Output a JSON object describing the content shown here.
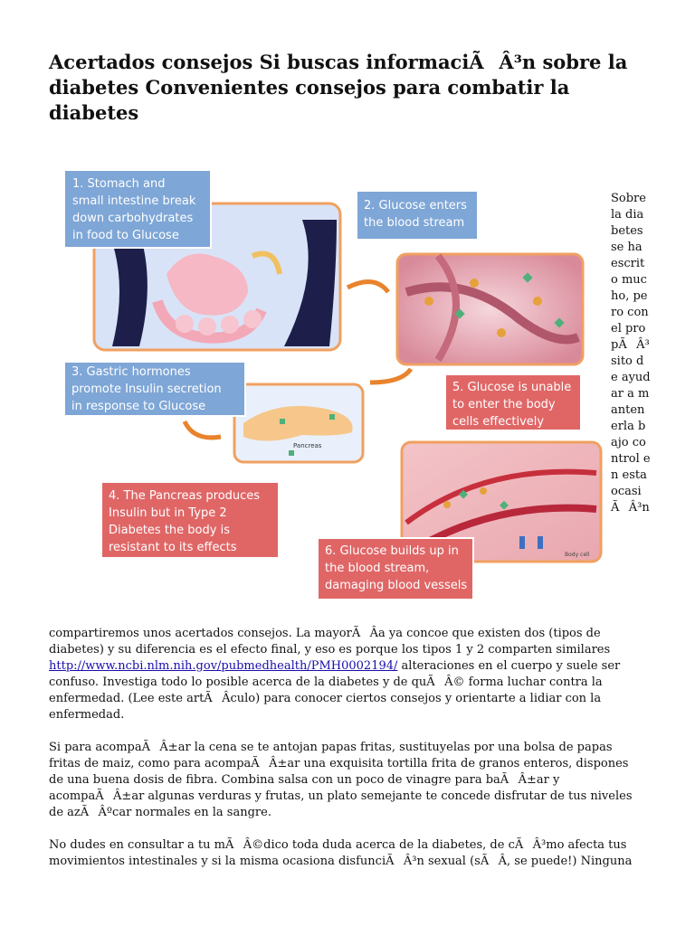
{
  "title": "Acertados consejos Si buscas informaciÃÂ³n sobre la diabetes Convenientes consejos para combatir la diabetes",
  "figure": {
    "labels": {
      "step1": [
        "1. Stomach and",
        "small  intestine break",
        "down carbohydrates",
        "in food to Glucose"
      ],
      "step2": [
        "2. Glucose enters",
        "the blood stream"
      ],
      "step3": [
        "3. Gastric hormones",
        "promote Insulin secretion",
        "in response to Glucose"
      ],
      "step4": [
        "4. The Pancreas produces",
        "Insulin but  in Type 2",
        "Diabetes  the body is",
        "resistant to its effects"
      ],
      "step5": [
        "5. Glucose is unable",
        "to enter the body",
        "cells effectively"
      ],
      "step6": [
        "6. Glucose  builds up in",
        "the blood stream,",
        "damaging blood vessels"
      ],
      "pancreas": "Pancreas",
      "body_cell": "Body cell"
    },
    "colors": {
      "blue_label": "#7ea6d6",
      "red_label": "#e06666",
      "orange_border": "#f0a060"
    }
  },
  "side_text": "Sobre la diabetes se ha escrito mucho, pero con el propÃÂ³sito de ayudar a mantenerla bajo control en esta ocasiÃÂ³n",
  "body": {
    "p1_before": "compartiremos unos acertados consejos. La mayorÃÂ­a ya concoe que existen dos (tipos de diabetes) y su diferencia es el efecto final, y eso es porque los tipos 1 y 2 comparten similares ",
    "p1_link": "http://www.ncbi.nlm.nih.gov/pubmedhealth/PMH0002194/",
    "p1_after": " alteraciones en el cuerpo y suele ser confuso. Investiga todo lo posible acerca de la diabetes y de quÃÂ© forma luchar contra la enfermedad. (Lee este artÃÂ­culo) para conocer ciertos consejos y orientarte a lidiar con la enfermedad.",
    "p2": "Si para acompaÃÂ±ar la cena se te antojan papas fritas, sustituyelas por una bolsa de papas fritas de maiz, como para acompaÃÂ±ar una exquisita tortilla frita de granos enteros, dispones de una buena dosis de fibra. Combina salsa con un poco de vinagre para baÃÂ±ar y acompaÃÂ±ar algunas verduras y frutas, un plato semejante te concede disfrutar de tus niveles de azÃÂºcar normales en la sangre.",
    "p3": "No dudes en consultar a tu mÃÂ©dico toda duda acerca de la diabetes, de cÃÂ³mo afecta tus movimientos intestinales y si la misma ocasiona disfunciÃÂ³n sexual (sÃÂ, se puede!) Ninguna"
  }
}
